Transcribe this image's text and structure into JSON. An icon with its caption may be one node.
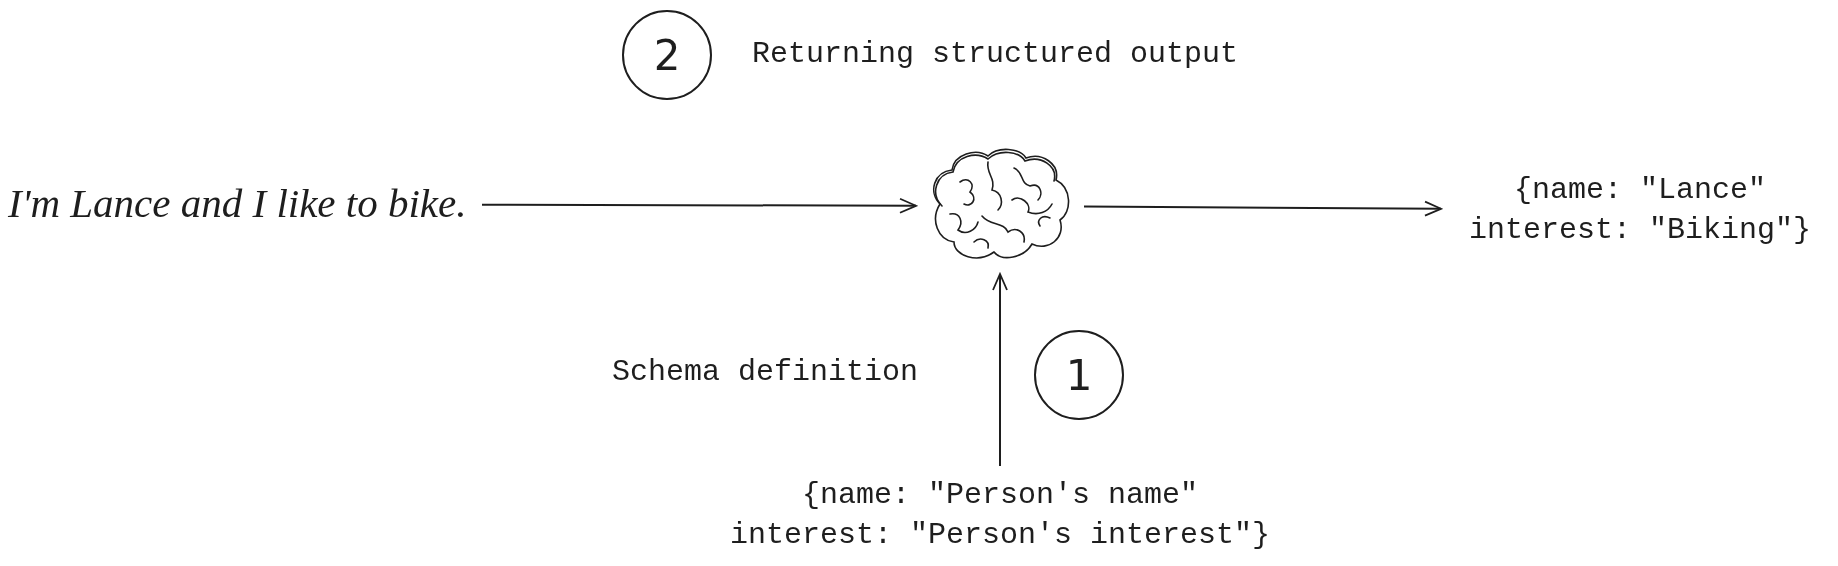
{
  "diagram": {
    "nodes": [
      {
        "text": [
          "2"
        ]
      },
      {
        "text": [
          "I'm Lance and I like to bike."
        ]
      },
      {
        "text": [],
        "shape": "picture"
      },
      {
        "text": [
          "{name: \"Lance\" interest: \"Biking\"}"
        ]
      },
      {
        "text": [
          "1"
        ]
      },
      {
        "text": [
          "{name: \"Person's name\" interest: \"Person's interest\"}"
        ]
      }
    ],
    "edges": [
      {
        "from": 1,
        "to": 2,
        "arrow": "to"
      },
      {
        "from": 2,
        "to": 3,
        "arrow": "to"
      },
      {
        "from": 5,
        "to": 2,
        "arrow": "to"
      }
    ],
    "labels": [
      "Returning structured output",
      "Schema definition"
    ]
  }
}
